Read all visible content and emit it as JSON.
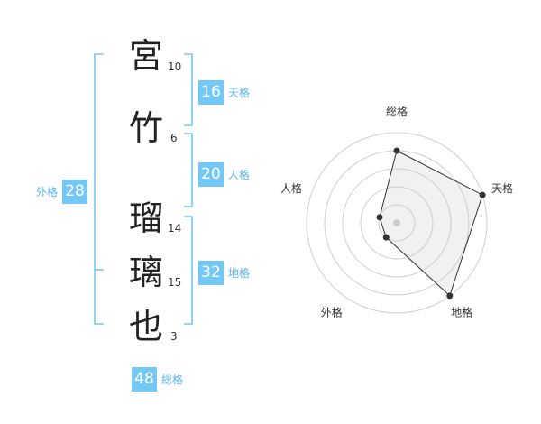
{
  "name": {
    "chars": [
      {
        "char": "宮",
        "strokes": "10"
      },
      {
        "char": "竹",
        "strokes": "6"
      },
      {
        "char": "瑠",
        "strokes": "14"
      },
      {
        "char": "璃",
        "strokes": "15"
      },
      {
        "char": "也",
        "strokes": "3"
      }
    ]
  },
  "fortune": {
    "tenkaku": {
      "label": "天格",
      "value": "16"
    },
    "jinkaku": {
      "label": "人格",
      "value": "20"
    },
    "chikaku": {
      "label": "地格",
      "value": "32"
    },
    "gaikaku": {
      "label": "外格",
      "value": "28"
    },
    "soukaku": {
      "label": "総格",
      "value": "48"
    }
  },
  "colors": {
    "accent": "#73c8f5",
    "accent_text": "#5bb6ee"
  },
  "radar": {
    "axes": [
      "総格",
      "天格",
      "地格",
      "外格",
      "人格"
    ],
    "levels": 5,
    "values": [
      4,
      5,
      5,
      1,
      1
    ]
  }
}
